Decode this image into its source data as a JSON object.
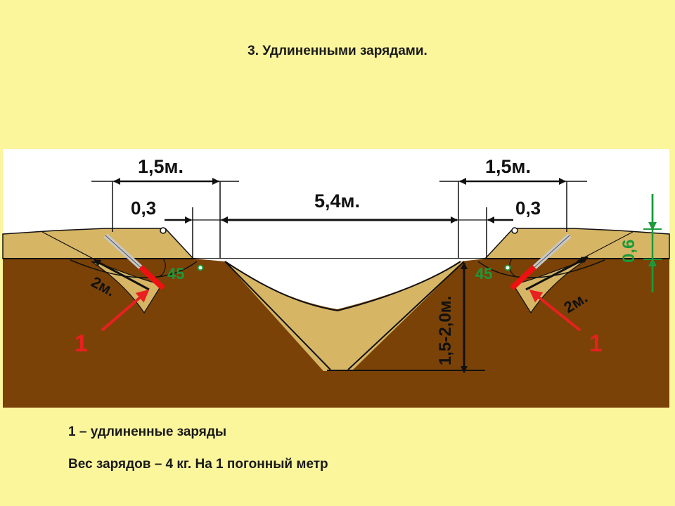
{
  "title": "3. Удлиненными зарядами.",
  "diagram": {
    "dim_left_top": "1,5м.",
    "dim_right_top": "1,5м.",
    "dim_center": "5,4м.",
    "dim_left_inner": "0,3",
    "dim_right_inner": "0,3",
    "dim_height": "0,6",
    "dim_depth": "1,5-2,0м.",
    "angle_left": "45",
    "angle_right": "45",
    "dist_left": "2м.",
    "dist_right": "2м.",
    "marker_left": "1",
    "marker_right": "1",
    "colors": {
      "sky": "#ffffff",
      "soil": "#7a4207",
      "sand": "#d6b565",
      "charge_red": "#ee1111",
      "charge_gray": "#c8c8c8",
      "green": "#1a9a3a",
      "arrow_red": "#e82020"
    }
  },
  "legend": {
    "item_1": "1 – удлиненные заряды",
    "item_2": "Вес зарядов – 4 кг. На 1 погонный метр"
  }
}
